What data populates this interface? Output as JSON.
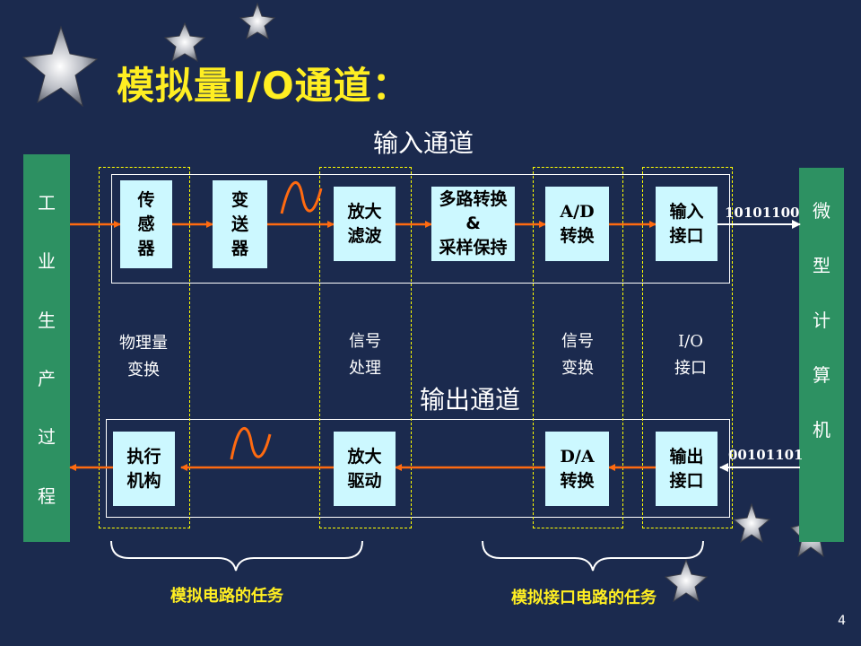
{
  "slide": {
    "title": "模拟量I/O通道：",
    "page_number": "4"
  },
  "input_channel": {
    "heading": "输入通道",
    "bits": "10101100",
    "boxes": [
      [
        "传",
        "感",
        "器"
      ],
      [
        "变",
        "送",
        "器"
      ],
      [
        "放大",
        "滤波"
      ],
      [
        "多路转换",
        "&",
        "采样保持"
      ],
      [
        "A/D",
        "转换"
      ],
      [
        "输入",
        "接口"
      ]
    ]
  },
  "output_channel": {
    "heading": "输出通道",
    "bits": "00101101",
    "boxes": [
      [
        "执行",
        "机构"
      ],
      [
        "放大",
        "驱动"
      ],
      [
        "D/A",
        "转换"
      ],
      [
        "输出",
        "接口"
      ]
    ]
  },
  "left_bar": {
    "chars": [
      "工",
      "业",
      "生",
      "产",
      "过",
      "程"
    ]
  },
  "right_bar": {
    "chars": [
      "微",
      "型",
      "计",
      "算",
      "机"
    ]
  },
  "mid_labels": {
    "physical": [
      "物理量",
      "变换"
    ],
    "signal_proc": [
      "信号",
      "处理"
    ],
    "signal_conv": [
      "信号",
      "变换"
    ],
    "io_interface": [
      "I/O",
      "接口"
    ]
  },
  "tasks": {
    "analog_circuit": "模拟电路的任务",
    "analog_interface": "模拟接口电路的任务"
  },
  "colors": {
    "background": "#1b2a4e",
    "title": "#ffee22",
    "bar": "#2d9162",
    "box": "#ccf8ff",
    "arrow": "#ff6a10",
    "dashed": "#ffff00"
  }
}
